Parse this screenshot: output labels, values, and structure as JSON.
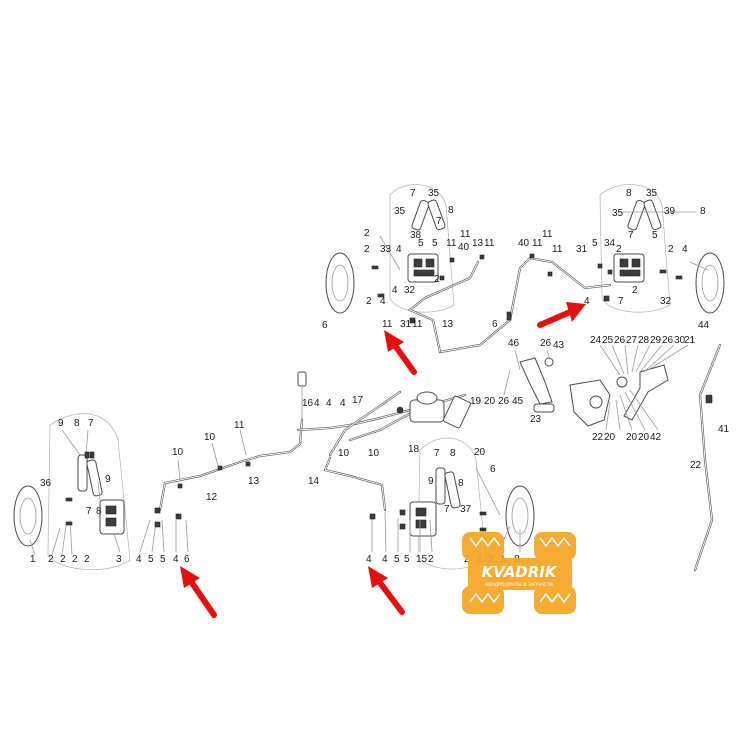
{
  "colors": {
    "arrow": "#e3100f",
    "logo": "#f6a623",
    "linework": "#6e6e6e",
    "label": "#1a1a1a"
  },
  "logo": {
    "icon": "quad-bike-wheels-icon",
    "name": "KVADRIK",
    "tagline": "КВАДРОЦИКЛЫ И ЗАПЧАСТИ"
  },
  "callouts": [
    {
      "id": "a1",
      "n": "9"
    },
    {
      "id": "a2",
      "n": "8"
    },
    {
      "id": "a3",
      "n": "7"
    },
    {
      "id": "a4",
      "n": "36"
    },
    {
      "id": "a5",
      "n": "9"
    },
    {
      "id": "a6",
      "n": "8"
    },
    {
      "id": "a7",
      "n": "7"
    },
    {
      "id": "a8",
      "n": "1"
    },
    {
      "id": "a9",
      "n": "2"
    },
    {
      "id": "a10",
      "n": "2"
    },
    {
      "id": "a11",
      "n": "2"
    },
    {
      "id": "a12",
      "n": "2"
    },
    {
      "id": "a13",
      "n": "3"
    },
    {
      "id": "a14",
      "n": "4"
    },
    {
      "id": "a15",
      "n": "5"
    },
    {
      "id": "a16",
      "n": "5"
    },
    {
      "id": "a17",
      "n": "4"
    },
    {
      "id": "a18",
      "n": "6"
    },
    {
      "id": "a19",
      "n": "10"
    },
    {
      "id": "a20",
      "n": "10"
    },
    {
      "id": "a21",
      "n": "11"
    },
    {
      "id": "a22",
      "n": "12"
    },
    {
      "id": "a23",
      "n": "13"
    },
    {
      "id": "a24",
      "n": "16"
    },
    {
      "id": "a25",
      "n": "4"
    },
    {
      "id": "a26",
      "n": "4"
    },
    {
      "id": "a27",
      "n": "4"
    },
    {
      "id": "a28",
      "n": "17"
    },
    {
      "id": "a29",
      "n": "10"
    },
    {
      "id": "a30",
      "n": "14"
    },
    {
      "id": "a31",
      "n": "10"
    },
    {
      "id": "a32",
      "n": "18"
    },
    {
      "id": "a33",
      "n": "19"
    },
    {
      "id": "a34",
      "n": "20"
    },
    {
      "id": "a35",
      "n": "20"
    },
    {
      "id": "a36",
      "n": "7"
    },
    {
      "id": "a37",
      "n": "8"
    },
    {
      "id": "a38",
      "n": "9"
    },
    {
      "id": "a39",
      "n": "8"
    },
    {
      "id": "a40",
      "n": "7"
    },
    {
      "id": "a41",
      "n": "37"
    },
    {
      "id": "a42",
      "n": "6"
    },
    {
      "id": "a43",
      "n": "4"
    },
    {
      "id": "a44",
      "n": "4"
    },
    {
      "id": "a45",
      "n": "5"
    },
    {
      "id": "a46",
      "n": "5"
    },
    {
      "id": "a47",
      "n": "15"
    },
    {
      "id": "a48",
      "n": "2"
    },
    {
      "id": "a49",
      "n": "2"
    },
    {
      "id": "a50",
      "n": "2"
    },
    {
      "id": "a51",
      "n": "2"
    },
    {
      "id": "a52",
      "n": "1"
    },
    {
      "id": "a53",
      "n": "8"
    },
    {
      "id": "a54",
      "n": "7"
    },
    {
      "id": "a55",
      "n": "35"
    },
    {
      "id": "a56",
      "n": "35"
    },
    {
      "id": "a57",
      "n": "8"
    },
    {
      "id": "a58",
      "n": "7"
    },
    {
      "id": "a59",
      "n": "38"
    },
    {
      "id": "a60",
      "n": "2"
    },
    {
      "id": "a61",
      "n": "2"
    },
    {
      "id": "a62",
      "n": "33"
    },
    {
      "id": "a63",
      "n": "4"
    },
    {
      "id": "a64",
      "n": "5"
    },
    {
      "id": "a65",
      "n": "5"
    },
    {
      "id": "a66",
      "n": "11"
    },
    {
      "id": "a67",
      "n": "40"
    },
    {
      "id": "a68",
      "n": "13"
    },
    {
      "id": "a69",
      "n": "11"
    },
    {
      "id": "a70",
      "n": "11"
    },
    {
      "id": "a71",
      "n": "2"
    },
    {
      "id": "a72",
      "n": "2"
    },
    {
      "id": "a73",
      "n": "4"
    },
    {
      "id": "a74",
      "n": "4"
    },
    {
      "id": "a75",
      "n": "32"
    },
    {
      "id": "a76",
      "n": "6"
    },
    {
      "id": "a77",
      "n": "11"
    },
    {
      "id": "a78",
      "n": "31"
    },
    {
      "id": "a79",
      "n": "11"
    },
    {
      "id": "a80",
      "n": "13"
    },
    {
      "id": "a81",
      "n": "40"
    },
    {
      "id": "a82",
      "n": "11"
    },
    {
      "id": "a83",
      "n": "11"
    },
    {
      "id": "a84",
      "n": "11"
    },
    {
      "id": "a85",
      "n": "31"
    },
    {
      "id": "a86",
      "n": "6"
    },
    {
      "id": "a87",
      "n": "4"
    },
    {
      "id": "a88",
      "n": "7"
    },
    {
      "id": "a89",
      "n": "8"
    },
    {
      "id": "a90",
      "n": "35"
    },
    {
      "id": "a91",
      "n": "35"
    },
    {
      "id": "a92",
      "n": "39"
    },
    {
      "id": "a93",
      "n": "8"
    },
    {
      "id": "a94",
      "n": "7"
    },
    {
      "id": "a95",
      "n": "5"
    },
    {
      "id": "a96",
      "n": "5"
    },
    {
      "id": "a97",
      "n": "34"
    },
    {
      "id": "a98",
      "n": "2"
    },
    {
      "id": "a99",
      "n": "2"
    },
    {
      "id": "a100",
      "n": "4"
    },
    {
      "id": "a101",
      "n": "2"
    },
    {
      "id": "a102",
      "n": "32"
    },
    {
      "id": "a103",
      "n": "44"
    },
    {
      "id": "a104",
      "n": "46"
    },
    {
      "id": "a105",
      "n": "26"
    },
    {
      "id": "a106",
      "n": "43"
    },
    {
      "id": "a107",
      "n": "26"
    },
    {
      "id": "a108",
      "n": "45"
    },
    {
      "id": "a109",
      "n": "23"
    },
    {
      "id": "a110",
      "n": "24"
    },
    {
      "id": "a111",
      "n": "25"
    },
    {
      "id": "a112",
      "n": "26"
    },
    {
      "id": "a113",
      "n": "27"
    },
    {
      "id": "a114",
      "n": "28"
    },
    {
      "id": "a115",
      "n": "29"
    },
    {
      "id": "a116",
      "n": "26"
    },
    {
      "id": "a117",
      "n": "30"
    },
    {
      "id": "a118",
      "n": "21"
    },
    {
      "id": "a119",
      "n": "22"
    },
    {
      "id": "a120",
      "n": "20"
    },
    {
      "id": "a121",
      "n": "20"
    },
    {
      "id": "a122",
      "n": "20"
    },
    {
      "id": "a123",
      "n": "42"
    },
    {
      "id": "a124",
      "n": "41"
    },
    {
      "id": "a125",
      "n": "22"
    }
  ]
}
